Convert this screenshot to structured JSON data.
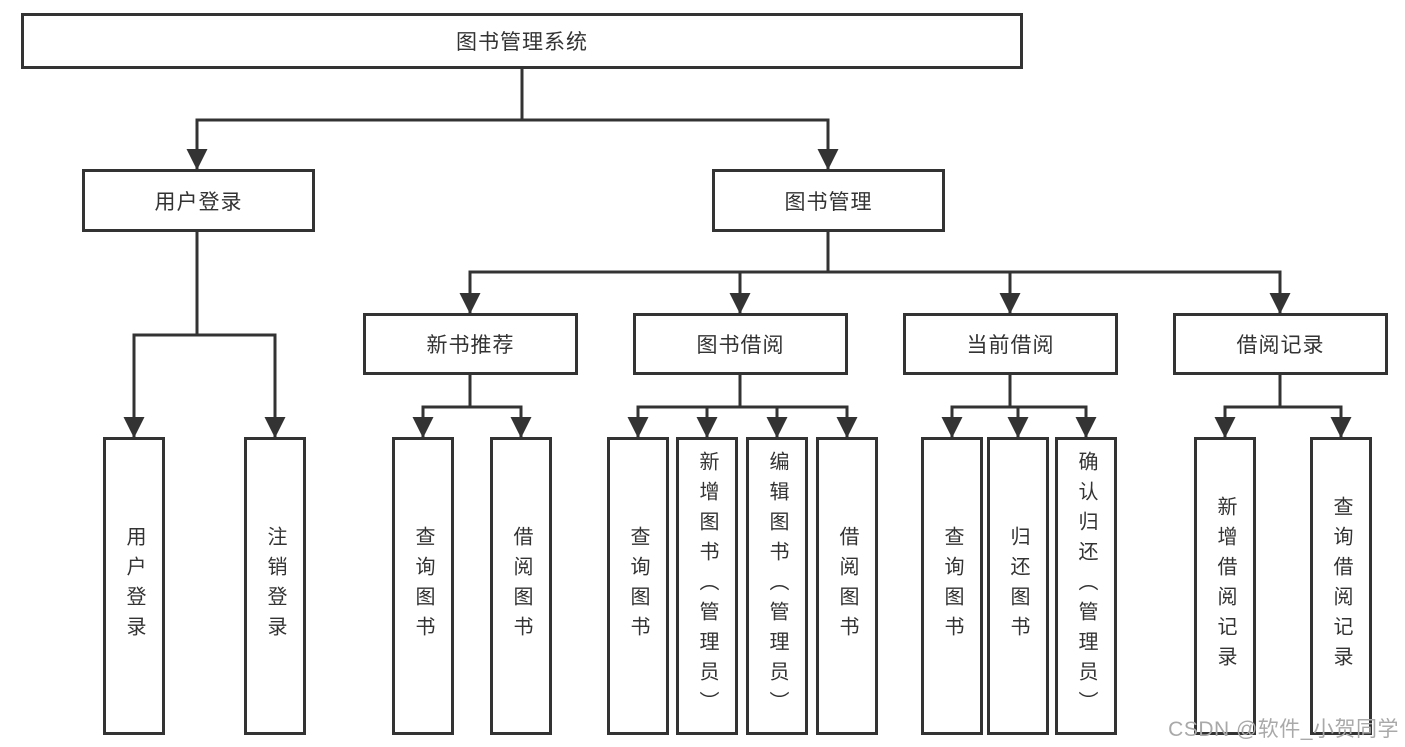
{
  "tree": {
    "label": "图书管理系统",
    "children": [
      {
        "label": "用户登录",
        "children": [
          {
            "label": "用户登录"
          },
          {
            "label": "注销登录"
          }
        ]
      },
      {
        "label": "图书管理",
        "children": [
          {
            "label": "新书推荐",
            "children": [
              {
                "label": "查询图书"
              },
              {
                "label": "借阅图书"
              }
            ]
          },
          {
            "label": "图书借阅",
            "children": [
              {
                "label": "查询图书"
              },
              {
                "label": "新增图书（管理员）"
              },
              {
                "label": "编辑图书（管理员）"
              },
              {
                "label": "借阅图书"
              }
            ]
          },
          {
            "label": "当前借阅",
            "children": [
              {
                "label": "查询图书"
              },
              {
                "label": "归还图书"
              },
              {
                "label": "确认归还（管理员）"
              }
            ]
          },
          {
            "label": "借阅记录",
            "children": [
              {
                "label": "新增借阅记录"
              },
              {
                "label": "查询借阅记录"
              }
            ]
          }
        ]
      }
    ]
  },
  "watermark": {
    "text": "CSDN @软件_小贺同学"
  },
  "colors": {
    "line": "#333333",
    "box_border": "#333333",
    "text": "#333333",
    "watermark_text": "#a9a9a9",
    "background": "#ffffff"
  }
}
